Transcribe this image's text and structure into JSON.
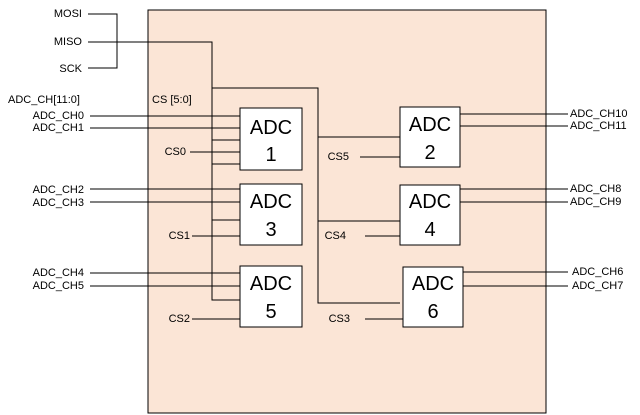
{
  "colors": {
    "board_fill": "#fbe5d6",
    "line": "#000000",
    "box_fill": "#ffffff"
  },
  "spi": {
    "mosi": "MOSI",
    "miso": "MISO",
    "sck": "SCK"
  },
  "bus": {
    "adc_ch": "ADC_CH[11:0]",
    "cs": "CS [5:0]"
  },
  "adcs": [
    {
      "line1": "ADC",
      "line2": "1",
      "inputs": [
        "ADC_CH0",
        "ADC_CH1"
      ],
      "cs": "CS0"
    },
    {
      "line1": "ADC",
      "line2": "2",
      "inputs": [
        "ADC_CH10",
        "ADC_CH11"
      ],
      "cs": "CS5"
    },
    {
      "line1": "ADC",
      "line2": "3",
      "inputs": [
        "ADC_CH2",
        "ADC_CH3"
      ],
      "cs": "CS1"
    },
    {
      "line1": "ADC",
      "line2": "4",
      "inputs": [
        "ADC_CH8",
        "ADC_CH9"
      ],
      "cs": "CS4"
    },
    {
      "line1": "ADC",
      "line2": "5",
      "inputs": [
        "ADC_CH4",
        "ADC_CH5"
      ],
      "cs": "CS2"
    },
    {
      "line1": "ADC",
      "line2": "6",
      "inputs": [
        "ADC_CH6",
        "ADC_CH7"
      ],
      "cs": "CS3"
    }
  ]
}
